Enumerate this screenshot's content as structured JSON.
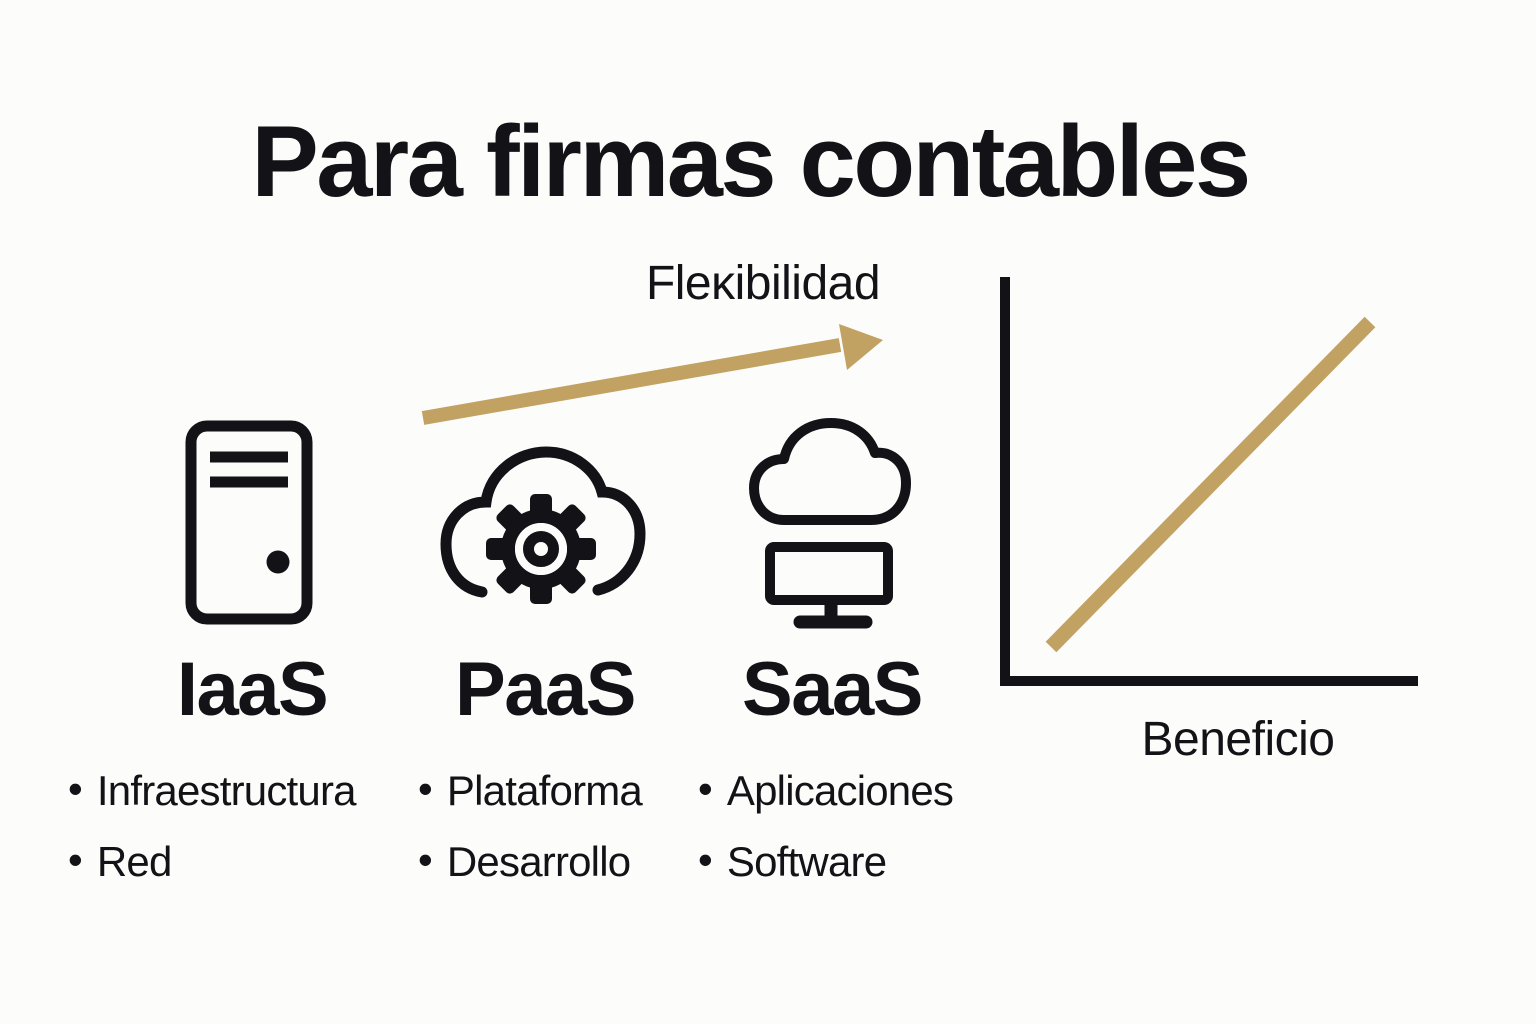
{
  "slide": {
    "title": "Para firmas contables"
  },
  "arrow": {
    "label": "Fleĸibilidad",
    "direction": "up-right"
  },
  "services": [
    {
      "id": "iaas",
      "label": "IaaS",
      "icon": "server-icon",
      "bullets": [
        "Infraestructura",
        "Red"
      ]
    },
    {
      "id": "paas",
      "label": "PaaS",
      "icon": "cloud-gear-icon",
      "bullets": [
        "Plataforma",
        "Desarrollo"
      ]
    },
    {
      "id": "saas",
      "label": "SaaS",
      "icon": "cloud-monitor-icon",
      "bullets": [
        "Aplicaciones",
        "Software"
      ]
    }
  ],
  "chart": {
    "type": "line",
    "x_axis_label": "Beneficio",
    "trend": "increasing"
  },
  "colors": {
    "ink": "#121217",
    "gold": "#C2A262",
    "background": "#FCFCFB"
  }
}
